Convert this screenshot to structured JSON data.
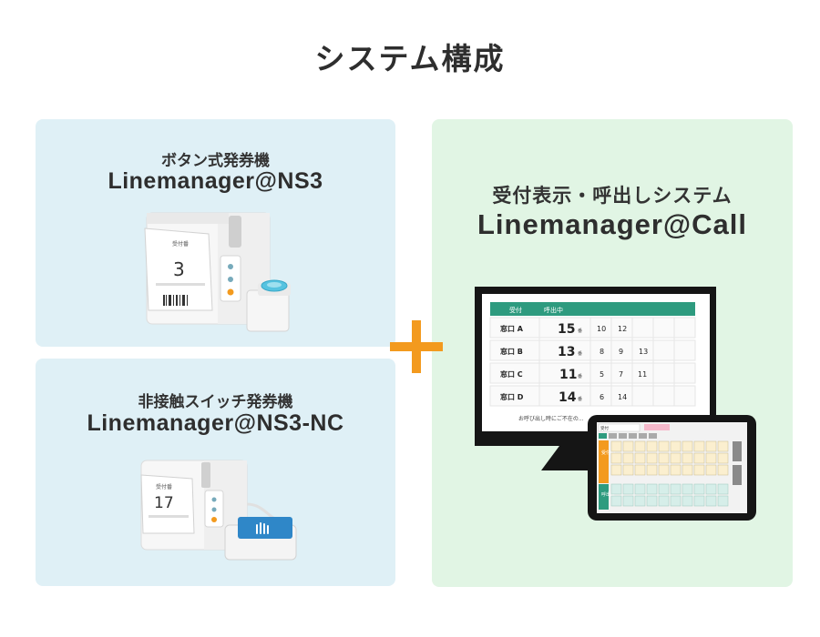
{
  "title": "システム構成",
  "products": [
    {
      "type": "ボタン式発券機",
      "name": "Linemanager@NS3",
      "ticket_label": "受付番",
      "ticket_number": "3"
    },
    {
      "type": "非接触スイッチ発券機",
      "name": "Linemanager@NS3-NC",
      "ticket_label": "受付番",
      "ticket_number": "17"
    },
    {
      "type": "受付表示・呼出しシステム",
      "name": "Linemanager@Call"
    }
  ],
  "display": {
    "headers": [
      "受付",
      "呼出中"
    ],
    "rows": [
      {
        "window": "窓口 A",
        "current": "15",
        "suffix": "番",
        "queue": [
          "10",
          "12"
        ]
      },
      {
        "window": "窓口 B",
        "current": "13",
        "suffix": "番",
        "queue": [
          "8",
          "9",
          "13"
        ]
      },
      {
        "window": "窓口 C",
        "current": "11",
        "suffix": "番",
        "queue": [
          "5",
          "7",
          "11"
        ]
      },
      {
        "window": "窓口 D",
        "current": "14",
        "suffix": "番",
        "queue": [
          "6",
          "14"
        ]
      }
    ],
    "footer": "お呼び出し時にご不在の..."
  },
  "tablet": {
    "header_label": "受付",
    "side_label_1": "受付中",
    "side_label_2": "呼出済"
  },
  "colors": {
    "accent_orange": "#f39a1e",
    "panel_blue": "#dff0f6",
    "panel_green": "#e1f5e4",
    "table_header_green": "#2e9b7f"
  }
}
